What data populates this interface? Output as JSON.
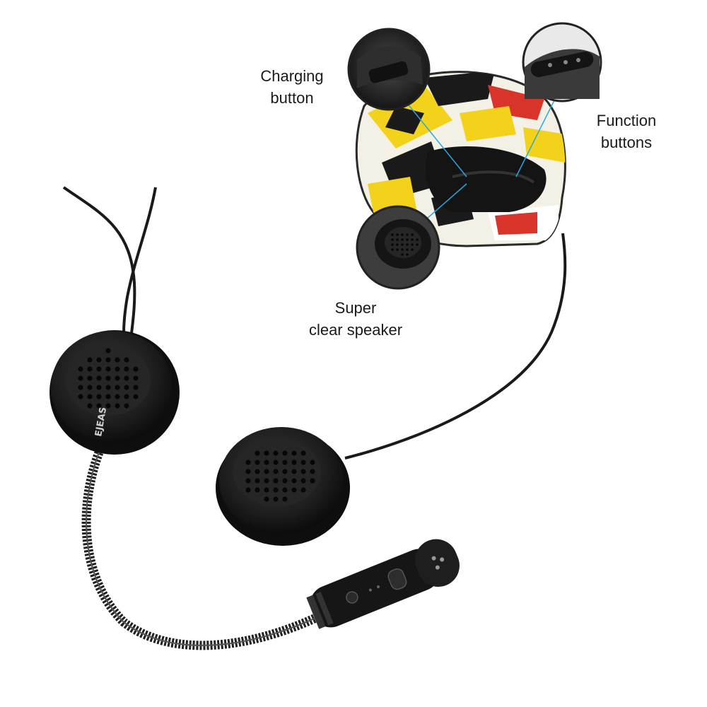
{
  "callouts": {
    "charging": {
      "line1": "Charging",
      "line2": "button"
    },
    "function": {
      "line1": "Function",
      "line2": "buttons"
    },
    "speaker": {
      "line1": "Super",
      "line2": "clear speaker"
    }
  },
  "brand_mark": "EJEAS",
  "colors": {
    "background": "#ffffff",
    "device": "#1c1c1c",
    "helmet_yellow": "#f2d21a",
    "helmet_red": "#d8342a",
    "callout_line": "#2aa7e0"
  }
}
